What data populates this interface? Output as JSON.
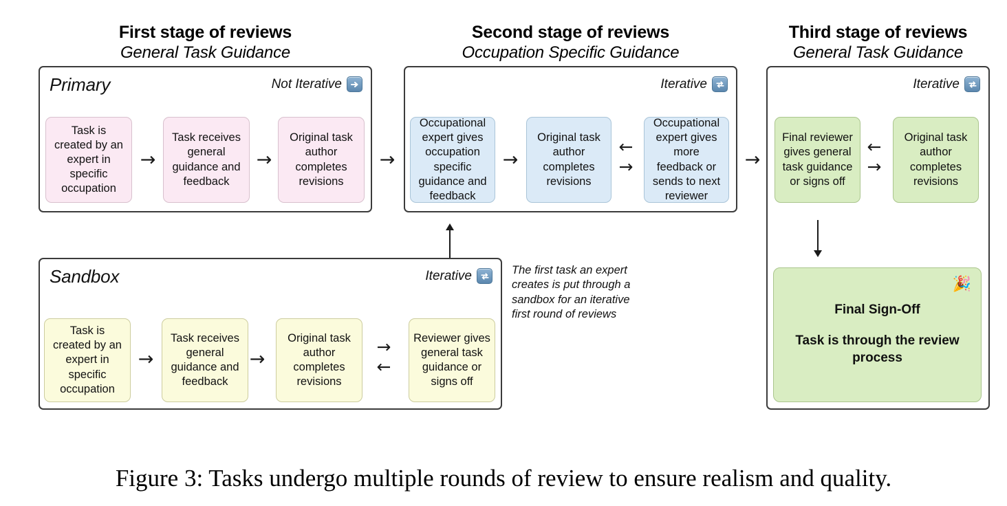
{
  "figure": {
    "caption": "Figure 3: Tasks undergo multiple rounds of review to ensure realism and quality."
  },
  "colors": {
    "pink": "#fbe9f3",
    "blue": "#dbeaf7",
    "green": "#d9edc2",
    "yellow": "#fbfbdc",
    "border": "#3b3b3b",
    "badge_blue": "#5b87ae"
  },
  "stages": [
    {
      "title": "First stage of reviews",
      "subtitle": "General Task Guidance",
      "groups": [
        {
          "label": "Primary",
          "iteration_label": "Not Iterative",
          "iteration_icon": "arrow-right-badge-icon",
          "steps": [
            "Task is\ncreated by an\nexpert in\nspecific\noccupation",
            "Task receives\ngeneral\nguidance and\nfeedback",
            "Original task\nauthor\ncompletes\nrevisions"
          ]
        },
        {
          "label": "Sandbox",
          "iteration_label": "Iterative",
          "iteration_icon": "repeat-badge-icon",
          "steps": [
            "Task is\ncreated by an\nexpert in\nspecific\noccupation",
            "Task receives\ngeneral\nguidance and\nfeedback",
            "Original task\nauthor\ncompletes\nrevisions",
            "Reviewer gives\ngeneral task\nguidance or\nsigns off"
          ]
        }
      ]
    },
    {
      "title": "Second stage of reviews",
      "subtitle": "Occupation Specific Guidance",
      "groups": [
        {
          "label": "",
          "iteration_label": "Iterative",
          "iteration_icon": "repeat-badge-icon",
          "steps": [
            "Occupational\nexpert gives\noccupation\nspecific\nguidance and\nfeedback",
            "Original task\nauthor\ncompletes\nrevisions",
            "Occupational\nexpert gives\nmore\nfeedback or\nsends to next\nreviewer"
          ]
        }
      ]
    },
    {
      "title": "Third stage of reviews",
      "subtitle": "General Task Guidance",
      "groups": [
        {
          "label": "",
          "iteration_label": "Iterative",
          "iteration_icon": "repeat-badge-icon",
          "steps": [
            "Final reviewer\ngives general\ntask guidance\nor signs off",
            "Original task\nauthor\ncompletes\nrevisions"
          ]
        }
      ],
      "final": {
        "title": "Final Sign-Off",
        "subtitle": "Task is through the review process",
        "icon": "party-popper-icon",
        "icon_glyph": "🎉"
      }
    }
  ],
  "arrows": {
    "right": "→",
    "left": "←"
  },
  "note": {
    "text": "The first task an expert creates is put through a sandbox for an iterative first round of reviews"
  }
}
